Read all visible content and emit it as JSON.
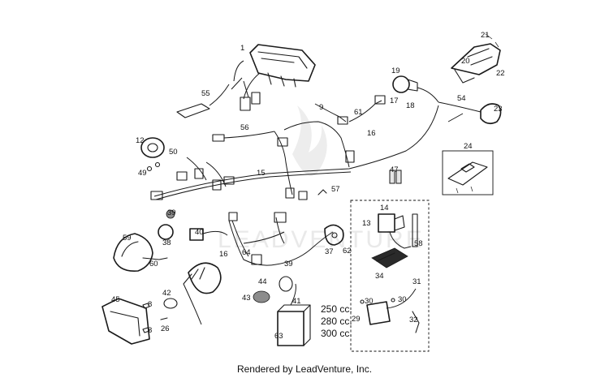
{
  "diagram": {
    "part_callouts": [
      "1",
      "55",
      "9",
      "61",
      "17",
      "18",
      "19",
      "20",
      "21",
      "22",
      "54",
      "23",
      "56",
      "16",
      "12",
      "50",
      "49",
      "15",
      "47",
      "24",
      "57",
      "14",
      "13",
      "58",
      "39",
      "40",
      "38",
      "59",
      "60",
      "16",
      "64",
      "39",
      "37",
      "62",
      "34",
      "44",
      "43",
      "42",
      "8",
      "45",
      "26",
      "8",
      "41",
      "63",
      "31",
      "30",
      "30",
      "29",
      "32"
    ],
    "displacement_labels": [
      "250 cc.",
      "280 cc.",
      "300 cc."
    ],
    "watermark_text": "LEADVENTURE"
  },
  "footer": {
    "credit": "Rendered by LeadVenture, Inc."
  }
}
